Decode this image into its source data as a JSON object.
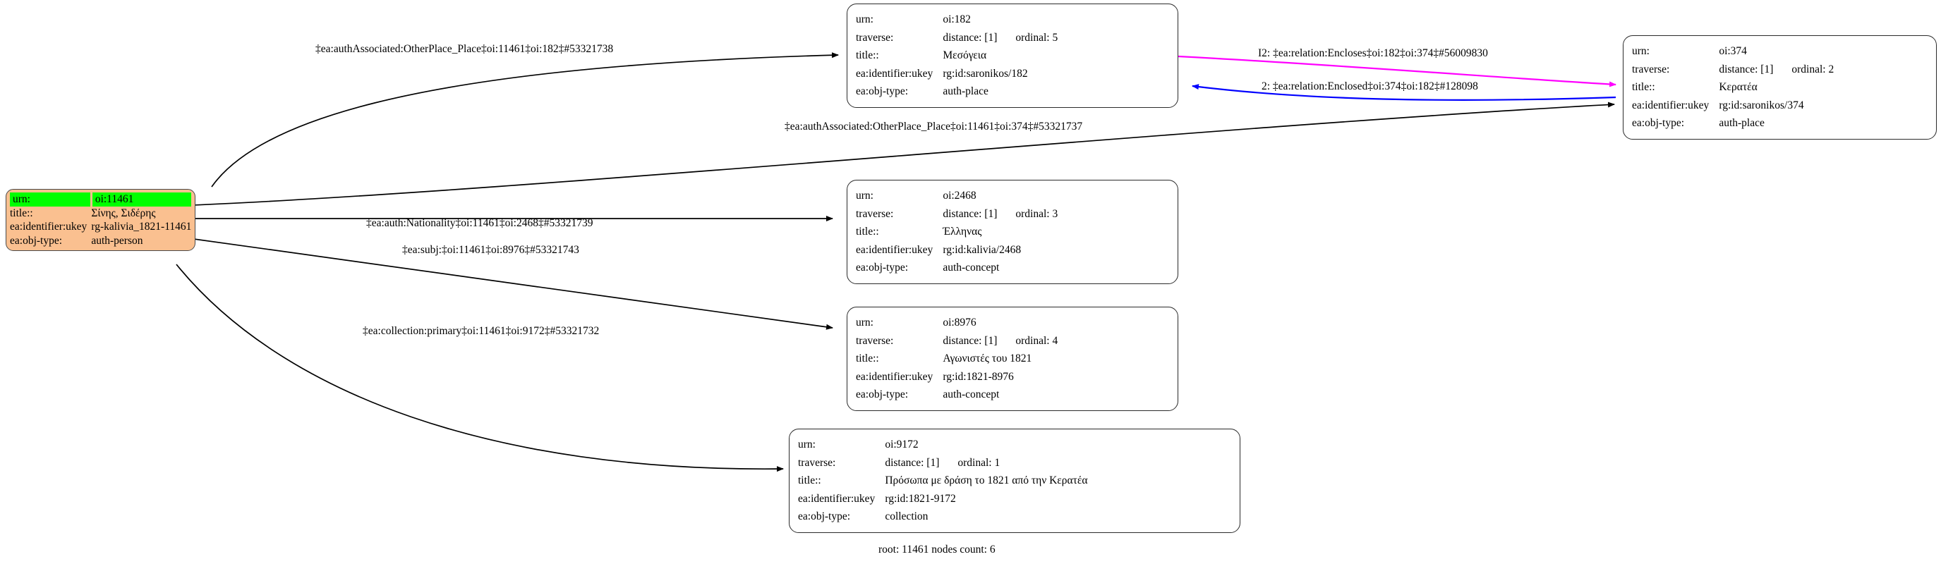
{
  "graph": {
    "footer": "root: 11461 nodes count: 6",
    "colors": {
      "root_fill": "#fac090",
      "highlight_fill": "#00ff00",
      "node_fill": "#ffffff",
      "node_border": "#2b2b2b",
      "edge_default": "#000000",
      "edge_encloses": "#ff00ff",
      "edge_enclosed": "#0000ff"
    },
    "nodes": [
      {
        "id": "root-11461",
        "rows": [
          {
            "key": "urn:",
            "val": "oi:11461",
            "highlight": true
          },
          {
            "key": "title::",
            "val": "Σίνης, Σιδέρης"
          },
          {
            "key": "ea:identifier:ukey",
            "val": "rg-kalivia_1821-11461"
          },
          {
            "key": "ea:obj-type:",
            "val": "auth-person"
          }
        ]
      },
      {
        "id": "node-182",
        "rows": [
          {
            "key": "urn:",
            "val": "oi:182"
          },
          {
            "key": "traverse:",
            "val": "distance: [1]",
            "val2": "ordinal: 5"
          },
          {
            "key": "title::",
            "val": "Μεσόγεια"
          },
          {
            "key": "ea:identifier:ukey",
            "val": "rg:id:saronikos/182"
          },
          {
            "key": "ea:obj-type:",
            "val": "auth-place"
          }
        ]
      },
      {
        "id": "node-374",
        "rows": [
          {
            "key": "urn:",
            "val": "oi:374"
          },
          {
            "key": "traverse:",
            "val": "distance: [1]",
            "val2": "ordinal: 2"
          },
          {
            "key": "title::",
            "val": "Κερατέα"
          },
          {
            "key": "ea:identifier:ukey",
            "val": "rg:id:saronikos/374"
          },
          {
            "key": "ea:obj-type:",
            "val": "auth-place"
          }
        ]
      },
      {
        "id": "node-2468",
        "rows": [
          {
            "key": "urn:",
            "val": "oi:2468"
          },
          {
            "key": "traverse:",
            "val": "distance: [1]",
            "val2": "ordinal: 3"
          },
          {
            "key": "title::",
            "val": "Έλληνας"
          },
          {
            "key": "ea:identifier:ukey",
            "val": "rg:id:kalivia/2468"
          },
          {
            "key": "ea:obj-type:",
            "val": "auth-concept"
          }
        ]
      },
      {
        "id": "node-8976",
        "rows": [
          {
            "key": "urn:",
            "val": "oi:8976"
          },
          {
            "key": "traverse:",
            "val": "distance: [1]",
            "val2": "ordinal: 4"
          },
          {
            "key": "title::",
            "val": "Αγωνιστές του 1821"
          },
          {
            "key": "ea:identifier:ukey",
            "val": "rg:id:1821-8976"
          },
          {
            "key": "ea:obj-type:",
            "val": "auth-concept"
          }
        ]
      },
      {
        "id": "node-9172",
        "rows": [
          {
            "key": "urn:",
            "val": "oi:9172"
          },
          {
            "key": "traverse:",
            "val": "distance: [1]",
            "val2": "ordinal: 1"
          },
          {
            "key": "title::",
            "val": "Πρόσωπα με δράση το 1821 από την Κερατέα"
          },
          {
            "key": "ea:identifier:ukey",
            "val": "rg:id:1821-9172"
          },
          {
            "key": "ea:obj-type:",
            "val": "collection"
          }
        ]
      }
    ],
    "edges": [
      {
        "id": "edge-11461-182",
        "label": "‡ea:authAssociated:OtherPlace_Place‡oi:11461‡oi:182‡#53321738"
      },
      {
        "id": "edge-11461-374",
        "label": "‡ea:authAssociated:OtherPlace_Place‡oi:11461‡oi:374‡#53321737"
      },
      {
        "id": "edge-182-374",
        "label": "I2: ‡ea:relation:Encloses‡oi:182‡oi:374‡#56009830"
      },
      {
        "id": "edge-374-182",
        "label": "2: ‡ea:relation:Enclosed‡oi:374‡oi:182‡#128098"
      },
      {
        "id": "edge-11461-2468",
        "label": "‡ea:auth:Nationality‡oi:11461‡oi:2468‡#53321739"
      },
      {
        "id": "edge-11461-8976",
        "label": "‡ea:subj:‡oi:11461‡oi:8976‡#53321743"
      },
      {
        "id": "edge-11461-9172",
        "label": "‡ea:collection:primary‡oi:11461‡oi:9172‡#53321732"
      }
    ]
  }
}
